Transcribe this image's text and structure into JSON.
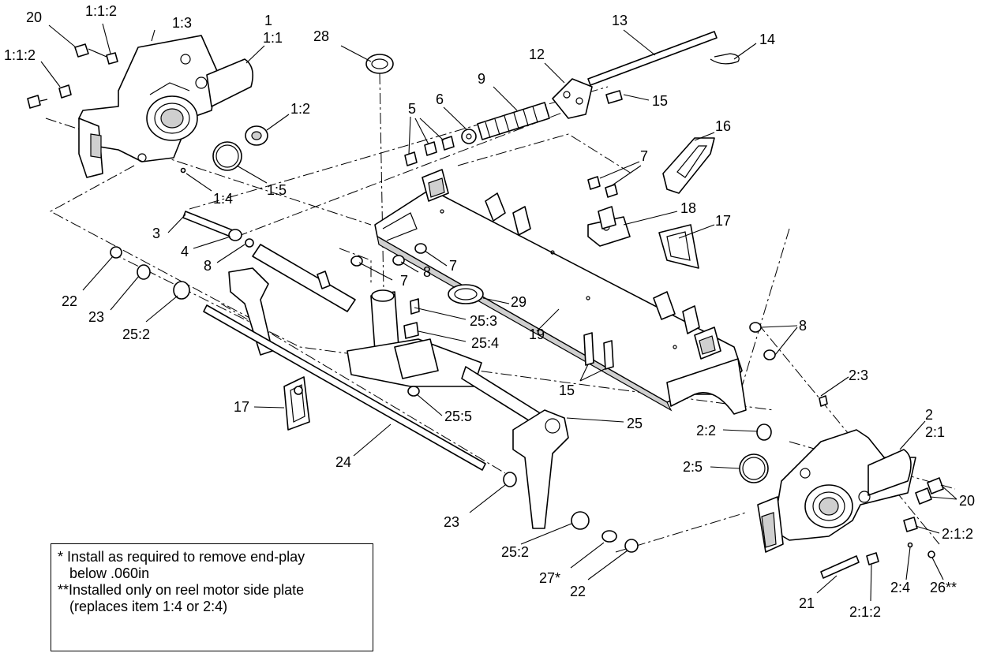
{
  "callouts": {
    "c20a": "20",
    "c112a": "1:1:2",
    "c13a": "1:3",
    "c1": "1",
    "c11": "1:1",
    "c112b": "1:1:2",
    "c28": "28",
    "c13": "13",
    "c14": "14",
    "c12": "12",
    "c9": "9",
    "c6": "6",
    "c5": "5",
    "c15a": "15",
    "c12b": "1:2",
    "c16": "16",
    "c7a": "7",
    "c14b": "1:4",
    "c15b": "1:5",
    "c18": "18",
    "c17a": "17",
    "c3": "3",
    "c4": "4",
    "c8a": "8",
    "c7b": "7",
    "c8b": "8",
    "c7c": "7",
    "c22a": "22",
    "c23a": "23",
    "c29": "29",
    "c253": "25:3",
    "c252a": "25:2",
    "c254": "25:4",
    "c19": "19",
    "c8c": "8",
    "c15c": "15",
    "c23b": "2:3",
    "c255": "25:5",
    "c17b": "17",
    "c25": "25",
    "c2": "2",
    "c21": "2:1",
    "c22": "2:2",
    "c24": "24",
    "c25b": "2:5",
    "c20b": "20",
    "c23c": "23",
    "c212a": "2:1:2",
    "c252b": "25:2",
    "c27": "27*",
    "c22b": "22",
    "c21b": "21",
    "c212b": "2:1:2",
    "c24b": "2:4",
    "c26": "26**"
  },
  "notes": {
    "line1": "* Install as required to remove end-play",
    "line2": "   below .060in",
    "line3": "**Installed only on reel motor side plate",
    "line4": "   (replaces item 1:4 or 2:4)"
  }
}
